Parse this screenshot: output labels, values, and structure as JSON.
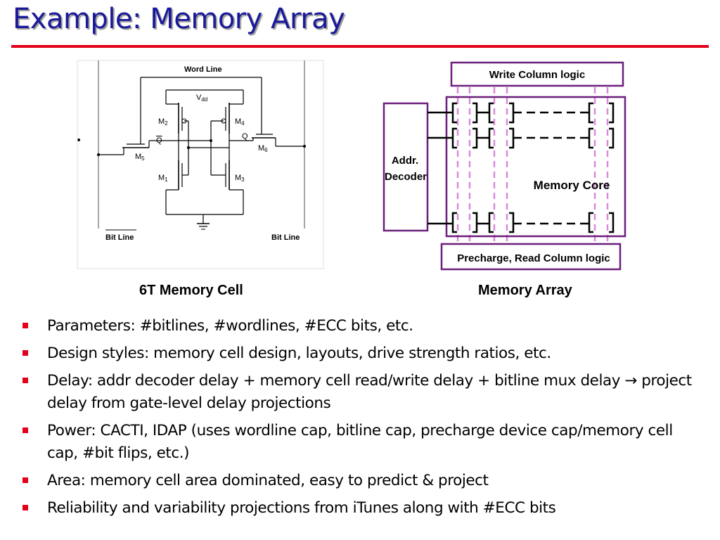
{
  "slide": {
    "title": "Example: Memory Array",
    "accent_color": "#e3001b",
    "title_color": "#1a1a9a"
  },
  "cell_diagram": {
    "caption": "6T Memory Cell",
    "labels": {
      "word_line": "Word Line",
      "vdd": "V",
      "vdd_sub": "dd",
      "m2": "M",
      "m2_sub": "2",
      "m4": "M",
      "m4_sub": "4",
      "m5": "M",
      "m5_sub": "5",
      "m6": "M",
      "m6_sub": "6",
      "m1": "M",
      "m1_sub": "1",
      "m3": "M",
      "m3_sub": "3",
      "q_bar": "Q",
      "q": "Q",
      "bit_line_bar": "Bit Line",
      "bit_line": "Bit Line"
    }
  },
  "array_diagram": {
    "caption": "Memory Array",
    "write_column_logic": "Write Column logic",
    "addr_decoder_line1": "Addr.",
    "addr_decoder_line2": "Decoder",
    "memory_core": "Memory Core",
    "precharge_logic": "Precharge, Read Column logic",
    "frame_color": "#6b1f7c",
    "bitline_color": "#d98ad9"
  },
  "bullets": [
    "Parameters: #bitlines, #wordlines, #ECC bits, etc.",
    "Design styles: memory cell design, layouts, drive strength ratios, etc.",
    "Delay: addr decoder delay + memory cell read/write delay + bitline mux delay → project delay from gate-level delay projections",
    "Power: CACTI, IDAP (uses wordline cap, bitline cap, precharge device cap/memory cell cap, #bit flips, etc.)",
    "Area: memory cell area dominated, easy to predict & project",
    "Reliability and variability projections from iTunes along with #ECC bits"
  ]
}
